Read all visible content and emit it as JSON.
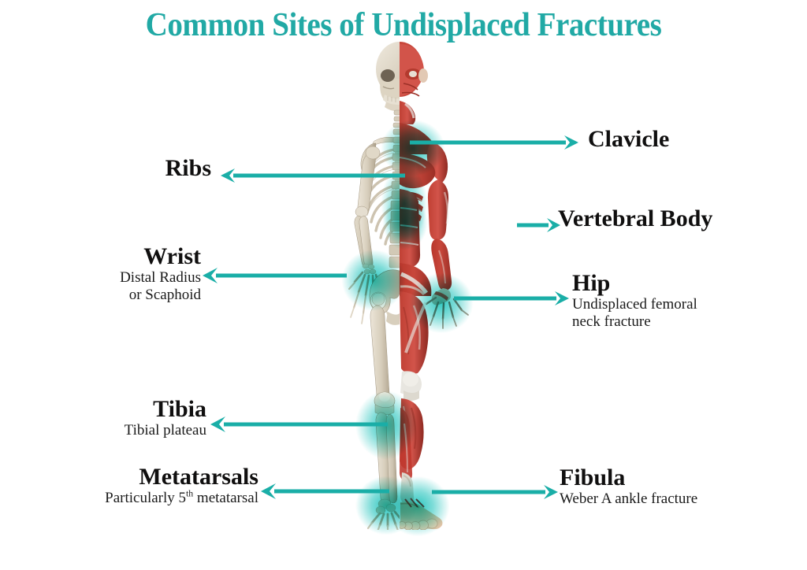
{
  "title": "Common Sites of Undisplaced Fractures",
  "colors": {
    "title_teal": "#21a9a5",
    "arrow_teal": "#1aaea7",
    "glow_teal": "#23c4bd",
    "label_black": "#100f0f",
    "bone": "#cfc6b6",
    "bone_light": "#e6ded1",
    "bone_shadow": "#a89c88",
    "muscle": "#c0392f",
    "muscle_light": "#d6564a",
    "muscle_dark": "#8f2a22",
    "tendon": "#e8e6e0",
    "background": "#ffffff"
  },
  "figure": {
    "description": "Anterior full-body anatomical figure split down the midline: left half skeleton, right half musculature",
    "left_half": "skeleton",
    "right_half": "muscles"
  },
  "callouts": [
    {
      "id": "clavicle",
      "heading": "Clavicle",
      "subtext": "",
      "side": "right",
      "arrow_direction": "right"
    },
    {
      "id": "ribs",
      "heading": "Ribs",
      "subtext": "",
      "side": "left",
      "arrow_direction": "left"
    },
    {
      "id": "vertebral-body",
      "heading": "Vertebral Body",
      "subtext": "",
      "side": "right",
      "arrow_direction": "right"
    },
    {
      "id": "wrist",
      "heading": "Wrist",
      "subtext_lines": [
        "Distal Radius",
        "or Scaphoid"
      ],
      "side": "left",
      "arrow_direction": "left"
    },
    {
      "id": "hip",
      "heading": "Hip",
      "subtext_lines": [
        "Undisplaced femoral",
        "neck fracture"
      ],
      "side": "right",
      "arrow_direction": "right"
    },
    {
      "id": "tibia",
      "heading": "Tibia",
      "subtext_lines": [
        "Tibial plateau"
      ],
      "side": "left",
      "arrow_direction": "left"
    },
    {
      "id": "metatarsals",
      "heading": "Metatarsals",
      "subtext_prefix": "Particularly 5",
      "subtext_sup": "th",
      "subtext_suffix": " metatarsal",
      "side": "left",
      "arrow_direction": "left"
    },
    {
      "id": "fibula",
      "heading": "Fibula",
      "subtext_lines": [
        "Weber A ankle fracture"
      ],
      "side": "right",
      "arrow_direction": "right"
    }
  ],
  "highlight_sites": [
    "clavicle / shoulder girdle",
    "ribs / thoracic spine",
    "lumbar vertebral body",
    "left wrist",
    "right hip / femoral neck",
    "left tibial plateau",
    "left metatarsals",
    "right ankle / distal fibula"
  ]
}
